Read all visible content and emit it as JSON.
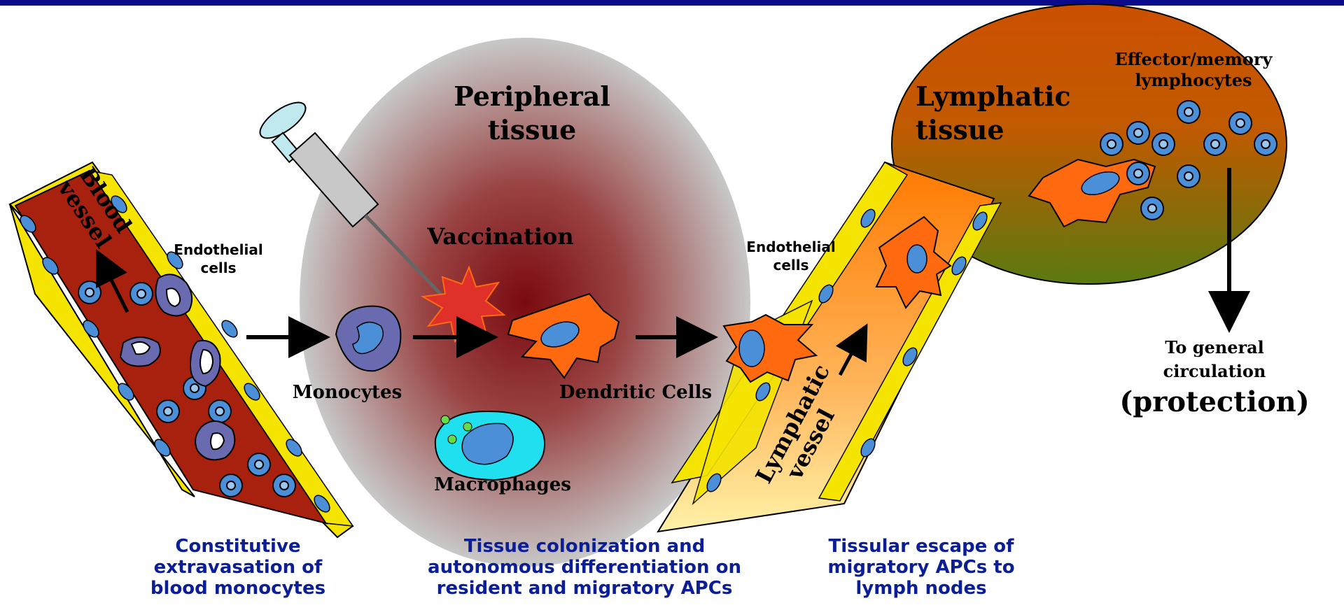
{
  "labels": {
    "peripheral_tissue": "Peripheral tissue",
    "vaccination": "Vaccination",
    "lymphatic_tissue": "Lymphatic tissue",
    "effector_memory": "Effector/memory lymphocytes",
    "blood_vessel": "Blood vessel",
    "endothelial_left": "Endothelial cells",
    "endothelial_right": "Endothelial cells",
    "monocytes": "Monocytes",
    "dendritic_cells": "Dendritic Cells",
    "macrophages": "Macrophages",
    "lymphatic_vessel": "Lymphatic vessel",
    "to_general": "To general circulation",
    "protection": "(protection)"
  },
  "captions": {
    "extravasation": "Constitutive extravasation of blood monocytes",
    "colonization": "Tissue colonization and autonomous differentiation on resident and migratory APCs",
    "escape": "Tissular escape of migratory APCs to lymph nodes"
  },
  "colors": {
    "header_bar": "#0a0a8c",
    "blood_vessel": "#a8200e",
    "endothelial": "#f4e400",
    "lymphocyte": "#4a8fd8",
    "dendritic_cell": "#ff6a10",
    "monocyte": "#6a6ab0",
    "macrophage": "#20e0f0",
    "caption_text": "#0b1e96"
  }
}
